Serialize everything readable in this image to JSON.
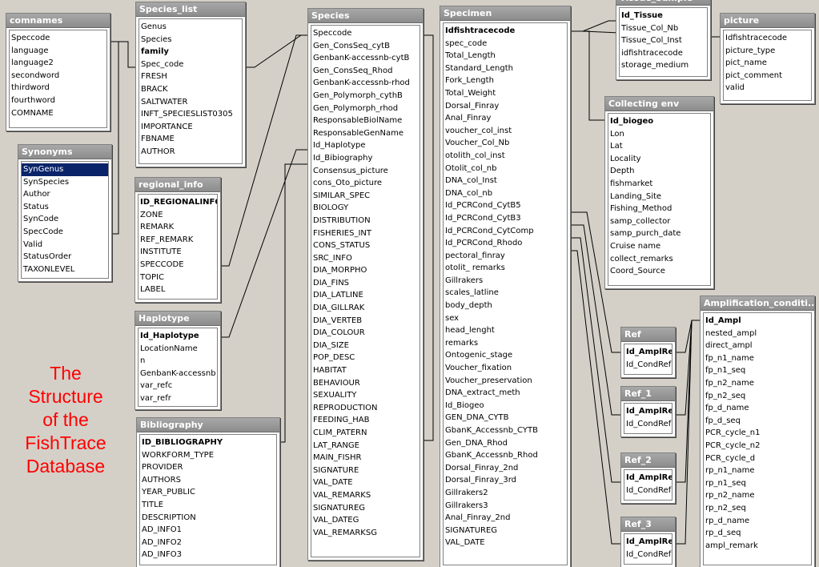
{
  "tables": [
    {
      "id": "comnames",
      "title": "comnames",
      "fields": [
        "Speccode",
        "language",
        "language2",
        "secondword",
        "thirdword",
        "fourthword",
        "COMNAME"
      ],
      "keys": [],
      "selected": []
    },
    {
      "id": "synonyms",
      "title": "Synonyms",
      "fields": [
        "SynGenus",
        "SynSpecies",
        "Author",
        "Status",
        "SynCode",
        "SpecCode",
        "Valid",
        "StatusOrder",
        "TAXONLEVEL"
      ],
      "keys": [],
      "selected": [
        0
      ]
    },
    {
      "id": "species_list",
      "title": "Species_list",
      "fields": [
        "Genus",
        "Species",
        "family",
        "Spec_code",
        "FRESH",
        "BRACK",
        "SALTWATER",
        "INFT_SPECIESLIST0305",
        "IMPORTANCE",
        "FBNAME",
        "AUTHOR"
      ],
      "keys": [
        2
      ],
      "selected": []
    },
    {
      "id": "regional_info",
      "title": "regional_info",
      "fields": [
        "ID_REGIONALINFO",
        "ZONE",
        "REMARK",
        "REF_REMARK",
        "INSTITUTE",
        "SPECCODE",
        "TOPIC",
        "LABEL"
      ],
      "keys": [
        0
      ],
      "selected": []
    },
    {
      "id": "haplotype",
      "title": "Haplotype",
      "fields": [
        "Id_Haplotype",
        "LocationName",
        "n",
        "GenbanK-accessnb",
        "var_refc",
        "var_refr"
      ],
      "keys": [
        0
      ],
      "selected": []
    },
    {
      "id": "bibliography",
      "title": "Bibliography",
      "fields": [
        "ID_BIBLIOGRAPHY",
        "WORKFORM_TYPE",
        "PROVIDER",
        "AUTHORS",
        "YEAR_PUBLIC",
        "TITLE",
        "DESCRIPTION",
        "AD_INFO1",
        "AD_INFO2",
        "AD_INFO3"
      ],
      "keys": [
        0
      ],
      "selected": []
    },
    {
      "id": "species",
      "title": "Species",
      "fields": [
        "Speccode",
        "Gen_ConsSeq_cytB",
        "GenbanK-accessnb-cytB",
        "Gen_ConsSeq_Rhod",
        "GenbanK-accessnb-rhod",
        "Gen_Polymorph_cythB",
        "Gen_Polymorph_rhod",
        "ResponsableBiolName",
        "ResponsableGenName",
        "Id_Haplotype",
        "Id_Bibiography",
        "Consensus_picture",
        "cons_Oto_picture",
        "SIMILAR_SPEC",
        "BIOLOGY",
        "DISTRIBUTION",
        "FISHERIES_INT",
        "CONS_STATUS",
        "SRC_INFO",
        "DIA_MORPHO",
        "DIA_FINS",
        "DIA_LATLINE",
        "DIA_GILLRAK",
        "DIA_VERTEB",
        "DIA_COLOUR",
        "DIA_SIZE",
        "POP_DESC",
        "HABITAT",
        "BEHAVIOUR",
        "SEXUALITY",
        "REPRODUCTION",
        "FEEDING_HAB",
        "CLIM_PATERN",
        "LAT_RANGE",
        "MAIN_FISHR",
        "SIGNATURE",
        "VAL_DATE",
        "VAL_REMARKS",
        "SIGNATUREG",
        "VAL_DATEG",
        "VAL_REMARKSG"
      ],
      "keys": [],
      "selected": []
    },
    {
      "id": "specimen",
      "title": "Specimen",
      "fields": [
        "Idfishtracecode",
        "spec_code",
        "Total_Length",
        "Standard_Length",
        "Fork_Length",
        "Total_Weight",
        "Dorsal_Finray",
        "Anal_Finray",
        "voucher_col_inst",
        "Voucher_Col_Nb",
        "otolith_col_inst",
        "Otolit_col_nb",
        "DNA_col_Inst",
        "DNA_col_nb",
        "Id_PCRCond_CytB5",
        "Id_PCRCond_CytB3",
        "Id_PCRCond_CytComp",
        "Id_PCRCond_Rhodo",
        "pectoral_finray",
        "otolit_ remarks",
        "Gillrakers",
        "scales_latline",
        "body_depth",
        "sex",
        "head_lenght",
        "remarks",
        "Ontogenic_stage",
        "Voucher_fixation",
        "Voucher_preservation",
        "DNA_extract_meth",
        "Id_Biogeo",
        "GEN_DNA_CYTB",
        "GbanK_Accessnb_CYTB",
        "Gen_DNA_Rhod",
        "GbanK_Accessnb_Rhod",
        "Dorsal_Finray_2nd",
        "Dorsal_Finray_3rd",
        "Gillrakers2",
        "Gillrakers3",
        "Anal_Finray_2nd",
        "SIGNATUREG",
        "VAL_DATE"
      ],
      "keys": [
        0
      ],
      "selected": []
    },
    {
      "id": "tissue_sample",
      "title": "Tissue_Sample",
      "fields": [
        "Id_Tissue",
        "Tissue_Col_Nb",
        "Tissue_Col_Inst",
        "idfishtracecode",
        "storage_medium"
      ],
      "keys": [
        0
      ],
      "selected": []
    },
    {
      "id": "picture",
      "title": "picture",
      "fields": [
        "Idfishtracecode",
        "picture_type",
        "pict_name",
        "pict_comment",
        "valid"
      ],
      "keys": [],
      "selected": []
    },
    {
      "id": "collecting_env",
      "title": "Collecting env",
      "fields": [
        "Id_biogeo",
        "Lon",
        "Lat",
        "Locality",
        "Depth",
        "fishmarket",
        "Landing_Site",
        "Fishing_Method",
        "samp_collector",
        "samp_purch_date",
        "Cruise name",
        "collect_remarks",
        "Coord_Source"
      ],
      "keys": [
        0
      ],
      "selected": []
    },
    {
      "id": "amplification",
      "title": "Amplification_conditi...",
      "fields": [
        "Id_Ampl",
        "nested_ampl",
        "direct_ampl",
        "fp_n1_name",
        "fp_n1_seq",
        "fp_n2_name",
        "fp_n2_seq",
        "fp_d_name",
        "fp_d_seq",
        "PCR_cycle_n1",
        "PCR_cycle_n2",
        "PCR_cycle_d",
        "rp_n1_name",
        "rp_n1_seq",
        "rp_n2_name",
        "rp_n2_seq",
        "rp_d_name",
        "rp_d_seq",
        "ampl_remark"
      ],
      "keys": [
        0
      ],
      "selected": []
    },
    {
      "id": "ref",
      "title": "Ref",
      "fields": [
        "Id_AmplRef",
        "Id_CondRef"
      ],
      "keys": [
        0
      ],
      "selected": []
    },
    {
      "id": "ref_1",
      "title": "Ref_1",
      "fields": [
        "Id_AmplRef",
        "Id_CondRef"
      ],
      "keys": [
        0
      ],
      "selected": []
    },
    {
      "id": "ref_2",
      "title": "Ref_2",
      "fields": [
        "Id_AmplRef",
        "Id_CondRef"
      ],
      "keys": [
        0
      ],
      "selected": []
    },
    {
      "id": "ref_3",
      "title": "Ref_3",
      "fields": [
        "Id_AmplRef",
        "Id_CondRef"
      ],
      "keys": [
        0
      ],
      "selected": []
    }
  ],
  "caption": [
    "The",
    "Structure",
    "of the",
    "FishTrace",
    "Database"
  ],
  "colors": {
    "caption": "#ff0000",
    "title_bar": "#8c8c8c",
    "selection": "#0a246a",
    "background": "#d4d0c8"
  }
}
